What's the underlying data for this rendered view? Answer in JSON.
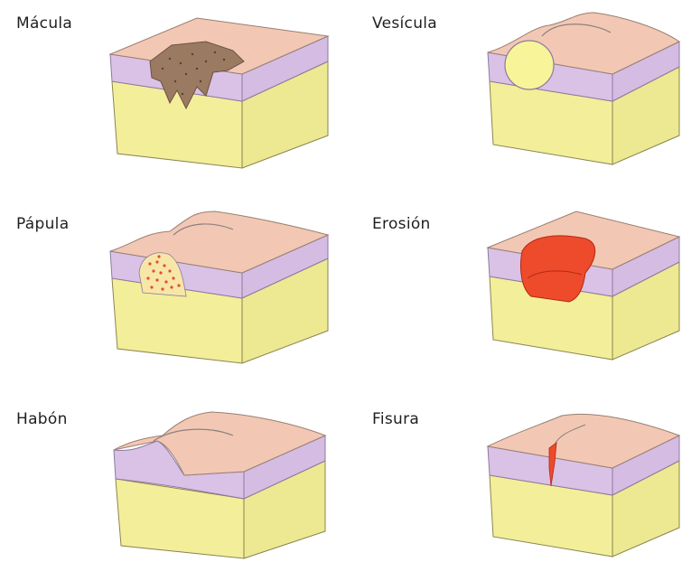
{
  "figures": [
    {
      "label": "Mácula",
      "lesion": "macula-pigment"
    },
    {
      "label": "Vesícula",
      "lesion": "vesicle"
    },
    {
      "label": "Pápula",
      "lesion": "papule"
    },
    {
      "label": "Erosión",
      "lesion": "erosion"
    },
    {
      "label": "Habón",
      "lesion": "wheal"
    },
    {
      "label": "Fisura",
      "lesion": "fissure"
    }
  ],
  "colors": {
    "epidermis_top": "#f2c8b4",
    "epidermis_layer": "#d9c2e6",
    "dermis": "#f3ee9a",
    "pigment": "#9b7a62",
    "vesicle_fill": "#f8f49a",
    "inflammation": "#e2502c",
    "erosion": "#ee4a2c"
  }
}
